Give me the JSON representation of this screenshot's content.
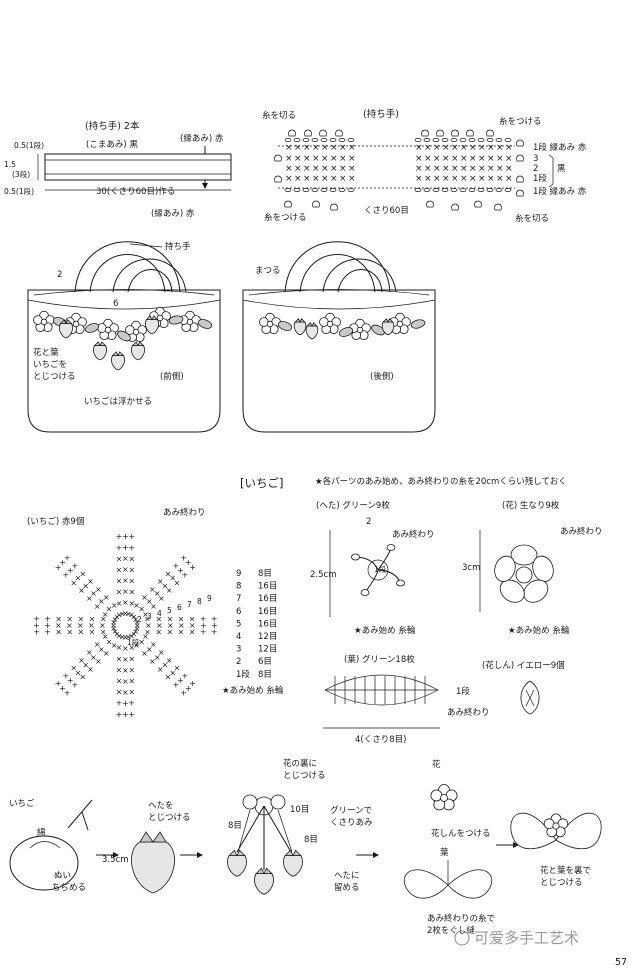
{
  "handle_strip": {
    "title": "(持ち手) 2本",
    "komaami": "(こまあみ) 黒",
    "border_top": "(縁あみ) 赤",
    "border_bottom": "(縁あみ) 赤",
    "dim_05_top": "0.5(1段)",
    "dim_15": "1.5",
    "dim_3": "(3段)",
    "dim_05_bottom": "0.5(1段)",
    "length": "30(くさり60目)作る"
  },
  "handle_chart": {
    "title": "(持ち手)",
    "cut_top_left": "糸を切る",
    "attach_top_right": "糸をつける",
    "attach_bottom_left": "糸をつける",
    "cut_bottom_right": "糸を切る",
    "chain": "くさり60目",
    "rows": [
      "1段 縁あみ 赤",
      "3",
      "2",
      "1段",
      "1段 縁あみ 赤"
    ],
    "black": "黒"
  },
  "bag_front": {
    "handle": "持ち手",
    "dim_2": "2",
    "dim_6": "6",
    "flower_note": [
      "花と葉",
      "いちごを",
      "とじつける"
    ],
    "float_note": "いちごは浮かせる",
    "side": "(前側)"
  },
  "bag_back": {
    "sew": "まつる",
    "side": "(後側)"
  },
  "strawberry": {
    "header": "[いちご]",
    "note": "★各パーツのあみ始め、あみ終わりの糸を20cmくらい残しておく",
    "title": "(いちご) 赤9個",
    "end": "あみ終わり",
    "rows": [
      {
        "row": "9",
        "count": "8目"
      },
      {
        "row": "8",
        "count": "16目"
      },
      {
        "row": "7",
        "count": "16目"
      },
      {
        "row": "6",
        "count": "16目"
      },
      {
        "row": "5",
        "count": "16目"
      },
      {
        "row": "4",
        "count": "12目"
      },
      {
        "row": "3",
        "count": "12目"
      },
      {
        "row": "2",
        "count": "6目"
      },
      {
        "row": "1段",
        "count": "8目"
      }
    ],
    "start": "★あみ始め 糸輪",
    "chart_numbers": [
      "1段",
      "2",
      "3",
      "4",
      "5",
      "6",
      "7",
      "8",
      "9"
    ]
  },
  "calyx": {
    "title": "(へた) グリーン9枚",
    "end": "あみ終わり",
    "size": "2.5cm",
    "row2": "2",
    "row1": "1段",
    "start": "★あみ始め 糸輪"
  },
  "flower": {
    "title": "(花) 生なり9枚",
    "end": "あみ終わり",
    "size": "3cm",
    "start": "★あみ始め 糸輪"
  },
  "leaf": {
    "title": "(葉) グリーン18枚",
    "row": "1段",
    "end": "あみ終わり",
    "length": "4(くさり8目)"
  },
  "center": {
    "title": "(花しん) イエロー9個"
  },
  "assembly": {
    "berry": "いちご",
    "wata": "綿",
    "nui": [
      "ぬい",
      "ちぢめる"
    ],
    "calyx_attach": [
      "へたを",
      "とじつける"
    ],
    "dim_35": "3.5cm",
    "flower_back": [
      "花の裏に",
      "とじつける"
    ],
    "stitch_10": "10目",
    "stitch_8a": "8目",
    "stitch_8b": "8目",
    "green_chain": [
      "グリーンで",
      "くさりあみ"
    ],
    "to_calyx": [
      "へたに",
      "留める"
    ],
    "hana": "花",
    "hanashin": "花しんをつける",
    "ha": "葉",
    "join": [
      "あみ終わりの糸で",
      "2枚をぐし縫"
    ],
    "attach_back": [
      "花と葉を裏で",
      "とじつける"
    ]
  },
  "footer": {
    "watermark": "可爱多手工艺术",
    "page": "57"
  }
}
